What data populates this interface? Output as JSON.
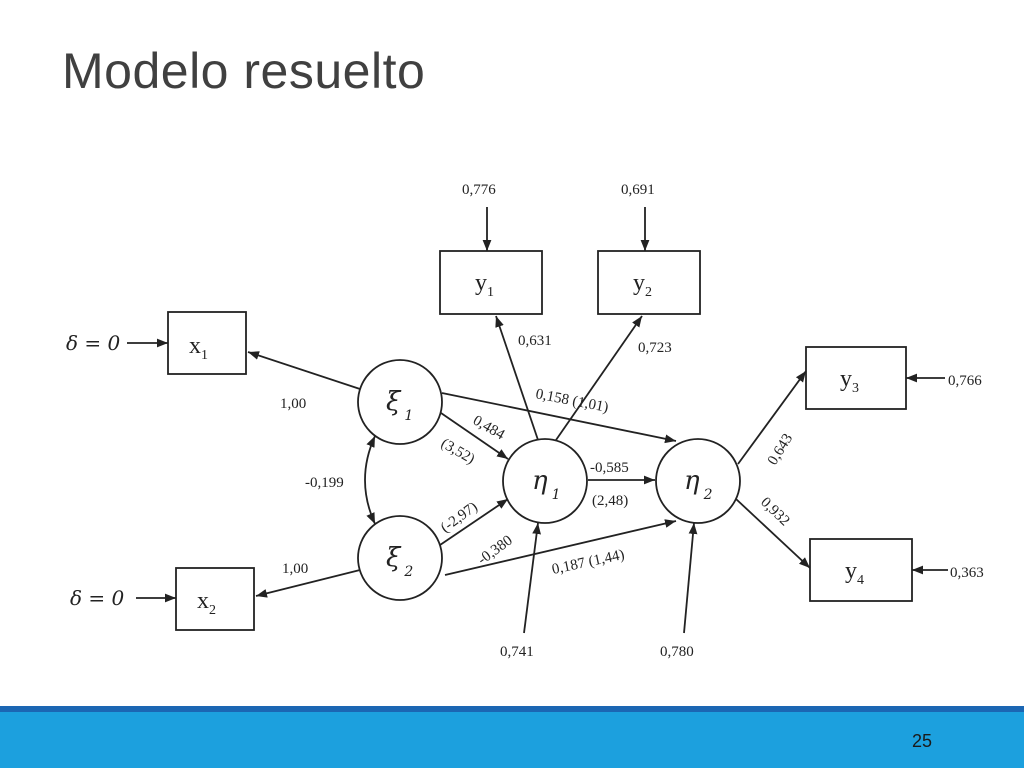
{
  "slide": {
    "title": "Modelo resuelto",
    "page_number": "25"
  },
  "colors": {
    "footer_bar": "#1ca0de",
    "footer_line": "#1b66b3",
    "diagram_ink": "#222222"
  },
  "diagram": {
    "nodes": {
      "x1": {
        "base": "x",
        "sub": "1"
      },
      "x2": {
        "base": "x",
        "sub": "2"
      },
      "y1": {
        "base": "y",
        "sub": "1"
      },
      "y2": {
        "base": "y",
        "sub": "2"
      },
      "y3": {
        "base": "y",
        "sub": "3"
      },
      "y4": {
        "base": "y",
        "sub": "4"
      },
      "xi1": {
        "symbol": "ξ",
        "sub": "1"
      },
      "xi2": {
        "symbol": "ξ",
        "sub": "2"
      },
      "eta1": {
        "symbol": "η",
        "sub": "1"
      },
      "eta2": {
        "symbol": "η",
        "sub": "2"
      }
    },
    "delta_x1": "δ = 0",
    "delta_x2": "δ = 0",
    "error_y1": "0,776",
    "error_y2": "0,691",
    "error_y3": "0,766",
    "error_y4": "0,363",
    "error_eta1": "0,741",
    "error_eta2": "0,780",
    "loading_xi1_x1": "1,00",
    "loading_xi2_x2": "1,00",
    "corr_xi1_xi2": "-0,199",
    "path_xi1_eta1": "0,484",
    "path_xi1_eta1_t": "(3,52)",
    "path_xi1_eta2": "0,158 (1,01)",
    "path_xi2_eta1": "-0,380",
    "path_xi2_eta1_t": "(-2,97)",
    "path_xi2_eta2": "0,187 (1,44)",
    "path_eta1_eta2": "-0,585",
    "path_eta1_eta2_t": "(2,48)",
    "loading_eta1_y1": "0,631",
    "loading_eta1_y2": "0,723",
    "loading_eta2_y3": "0,643",
    "loading_eta2_y4": "0,932"
  }
}
